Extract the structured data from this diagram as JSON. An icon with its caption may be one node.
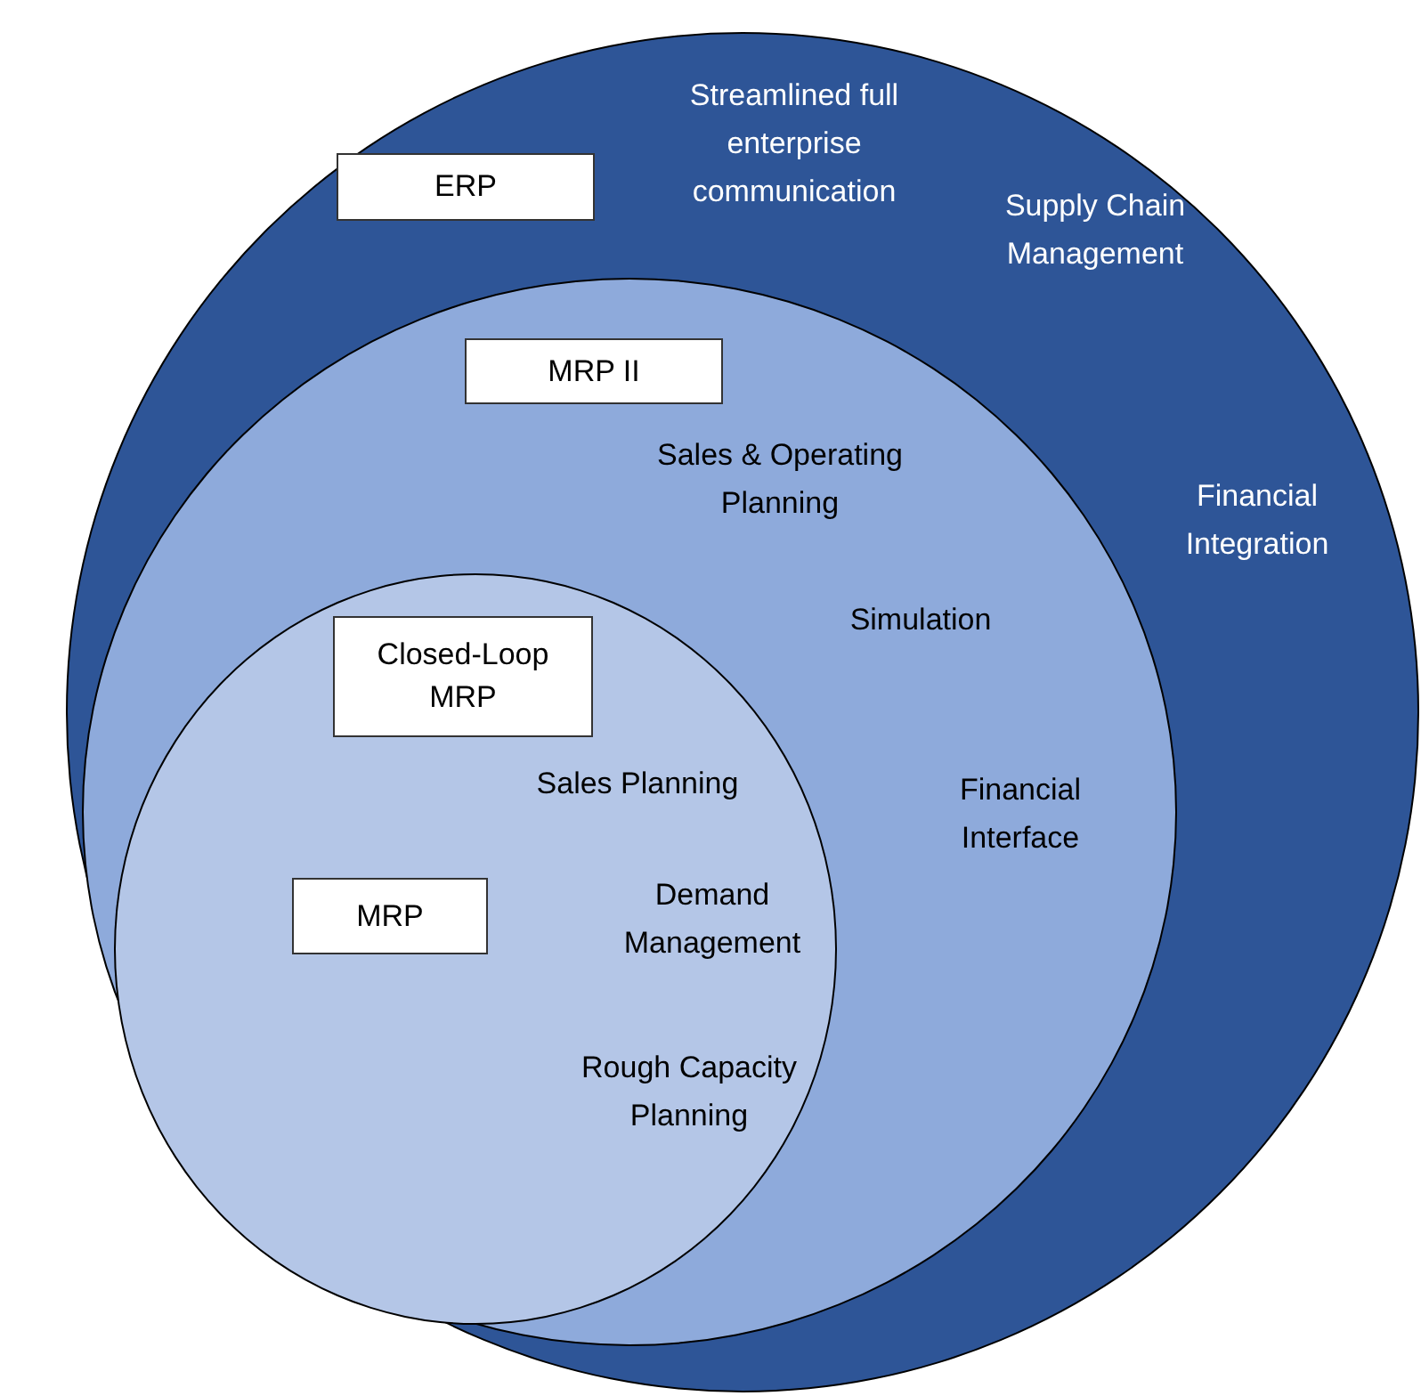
{
  "diagram": {
    "nodes": [
      {
        "text": [
          "Streamlined full enterprise communication",
          "Supply Chain Management",
          "Financial Integration"
        ]
      },
      {
        "text": [
          "ERP"
        ],
        "in": 0
      },
      {
        "text": [
          "Sales & Operating Planning",
          "Simulation",
          "Financial Interface"
        ],
        "in": 0
      },
      {
        "text": [
          "MRP II"
        ],
        "in": 2
      },
      {
        "text": [
          "Sales Planning",
          "Demand Management",
          "Rough Capacity Planning"
        ],
        "in": 2
      },
      {
        "text": [
          "Closed-Loop MRP"
        ],
        "in": 4
      },
      {
        "text": [
          "MRP"
        ],
        "in": 4
      }
    ],
    "edges": []
  }
}
